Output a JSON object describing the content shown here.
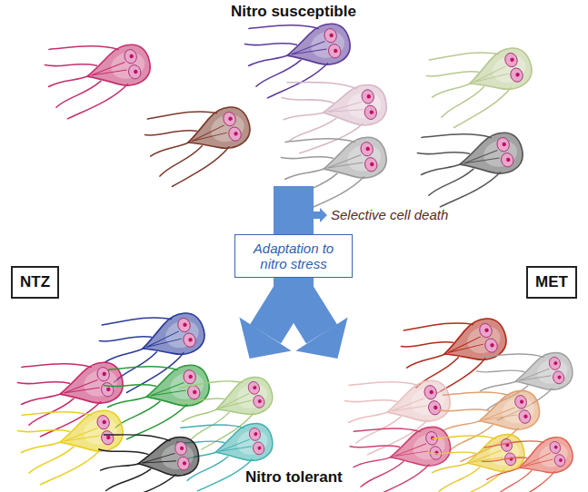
{
  "diagram": {
    "title": "Nitro susceptible",
    "nodes": [
      {
        "text": [
          "Adaptation to nitro stress"
        ]
      },
      {
        "text": [
          "NTZ"
        ]
      },
      {
        "text": [
          "MET"
        ]
      }
    ],
    "labels": [
      "Selective cell death",
      "Nitro tolerant"
    ]
  }
}
